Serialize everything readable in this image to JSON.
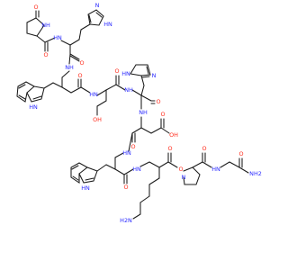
{
  "colors": {
    "bond": "#1a1a1a",
    "O": "#ff2a1a",
    "N": "#2a2aff",
    "C": "#1a1a1a"
  },
  "atoms": [
    {
      "id": "o1",
      "text": "O",
      "element": "O"
    },
    {
      "id": "nh1",
      "text": "NH",
      "element": "N"
    },
    {
      "id": "n_im1a",
      "text": "N",
      "element": "N"
    },
    {
      "id": "hn_im1",
      "text": "HN",
      "element": "N"
    },
    {
      "id": "o2",
      "text": "O",
      "element": "O"
    },
    {
      "id": "o3",
      "text": "O",
      "element": "O"
    },
    {
      "id": "hn1",
      "text": "HN",
      "element": "N"
    },
    {
      "id": "nh2",
      "text": "NH",
      "element": "N"
    },
    {
      "id": "hn_ind1",
      "text": "HN",
      "element": "N"
    },
    {
      "id": "hn2",
      "text": "HN",
      "element": "N"
    },
    {
      "id": "o4",
      "text": "O",
      "element": "O"
    },
    {
      "id": "hn_im2",
      "text": "HN",
      "element": "N"
    },
    {
      "id": "n_im2",
      "text": "N",
      "element": "N"
    },
    {
      "id": "o5",
      "text": "O",
      "element": "O"
    },
    {
      "id": "oh1",
      "text": "OH",
      "element": "O"
    },
    {
      "id": "o6",
      "text": "O",
      "element": "O"
    },
    {
      "id": "nh3",
      "text": "NH",
      "element": "N"
    },
    {
      "id": "o7",
      "text": "O",
      "element": "O"
    },
    {
      "id": "nh4",
      "text": "NH",
      "element": "N"
    },
    {
      "id": "o8",
      "text": "O",
      "element": "O"
    },
    {
      "id": "oh2",
      "text": "OH",
      "element": "O"
    },
    {
      "id": "o9",
      "text": "O",
      "element": "O"
    },
    {
      "id": "hn3",
      "text": "HN",
      "element": "N"
    },
    {
      "id": "o10",
      "text": "O",
      "element": "O"
    },
    {
      "id": "hn_ind2",
      "text": "HN",
      "element": "N"
    },
    {
      "id": "hn4",
      "text": "HN",
      "element": "N"
    },
    {
      "id": "o11",
      "text": "O",
      "element": "O"
    },
    {
      "id": "n_pro",
      "text": "N",
      "element": "N"
    },
    {
      "id": "o12",
      "text": "O",
      "element": "O"
    },
    {
      "id": "hn5",
      "text": "HN",
      "element": "N"
    },
    {
      "id": "o13",
      "text": "O",
      "element": "O"
    },
    {
      "id": "nh2_amide",
      "text": "NH2",
      "element": "N"
    },
    {
      "id": "h2n",
      "text": "H2N",
      "element": "N"
    }
  ]
}
